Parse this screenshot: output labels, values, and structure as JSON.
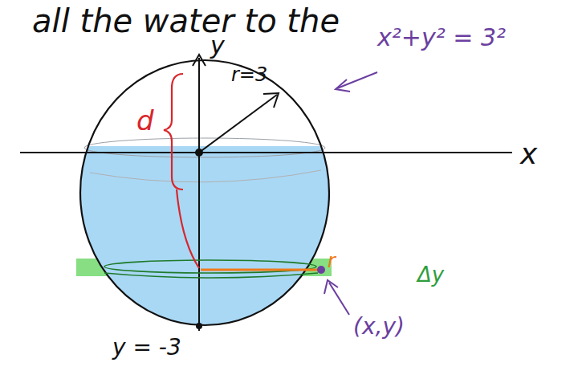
{
  "diagram": {
    "labels": [
      "all the water to the",
      "y",
      "r=3",
      "x²+y² = 3²",
      "d",
      "x",
      "r",
      "Δy",
      "(x,y)",
      "y = -3"
    ]
  }
}
